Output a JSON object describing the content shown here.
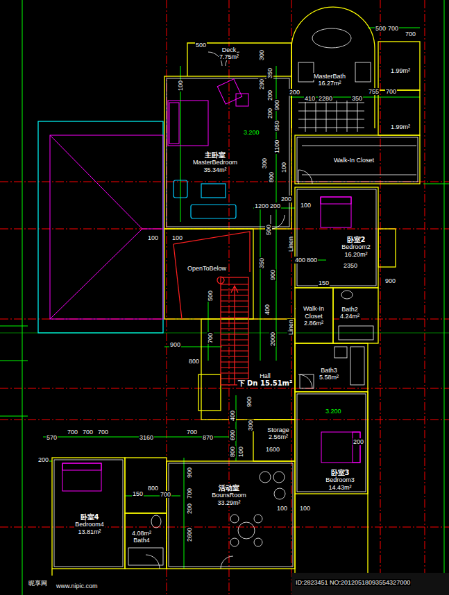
{
  "diagram": {
    "nodes": [
      {
        "text": [
          "Deck",
          "7.75m²"
        ]
      },
      {
        "text": [
          "主卧室",
          "MasterBedroom",
          "35.34m²"
        ]
      },
      {
        "text": [
          "MasterBath",
          "16.27m²"
        ]
      },
      {
        "text": [
          "1.99m²"
        ]
      },
      {
        "text": [
          "1.99m²"
        ]
      },
      {
        "text": [
          "Walk-In Closet"
        ]
      },
      {
        "text": [
          "卧室2",
          "Bedroom2",
          "16.20m²"
        ]
      },
      {
        "text": [
          "OpenToBelow"
        ]
      },
      {
        "text": [
          "Walk-In Closet",
          "2.86m²"
        ]
      },
      {
        "text": [
          "Bath2",
          "4.24m²"
        ]
      },
      {
        "text": [
          "Bath3",
          "5.58m²"
        ]
      },
      {
        "text": [
          "Hall",
          "下 Dn 15.51m²"
        ]
      },
      {
        "text": [
          "Storage",
          "2.56m²"
        ]
      },
      {
        "text": [
          "卧室3",
          "Bedroom3",
          "14.43m²"
        ]
      },
      {
        "text": [
          "卧室4",
          "Bedroom4",
          "13.81m²"
        ]
      },
      {
        "text": [
          "4.08m²",
          "Bath4"
        ]
      },
      {
        "text": [
          "活动室",
          "BounsRoom",
          "33.29m²"
        ]
      }
    ],
    "labels": [
      "500",
      "300",
      "500",
      "700",
      "700",
      "350",
      "290",
      "200",
      "900",
      "200",
      "950",
      "1100",
      "300",
      "100",
      "800",
      "200",
      "410",
      "2280",
      "350",
      "755",
      "700",
      "100",
      "3.200",
      "1200",
      "200",
      "200",
      "100",
      "500",
      "Linen",
      "350",
      "400",
      "800",
      "2350",
      "900",
      "150",
      "900",
      "100",
      "100",
      "400",
      "Linen",
      "500",
      "700",
      "900",
      "800",
      "2000",
      "900",
      "400",
      "300",
      "600",
      "800",
      "100",
      "1600",
      "3.200",
      "200",
      "570",
      "700",
      "700",
      "700",
      "3160",
      "700",
      "870",
      "200",
      "150",
      "800",
      "700",
      "900",
      "700",
      "200",
      "2600",
      "100",
      "100",
      "昵享网",
      "www.nipic.com",
      "ID:2823451 NO:20120518093554327000"
    ]
  }
}
